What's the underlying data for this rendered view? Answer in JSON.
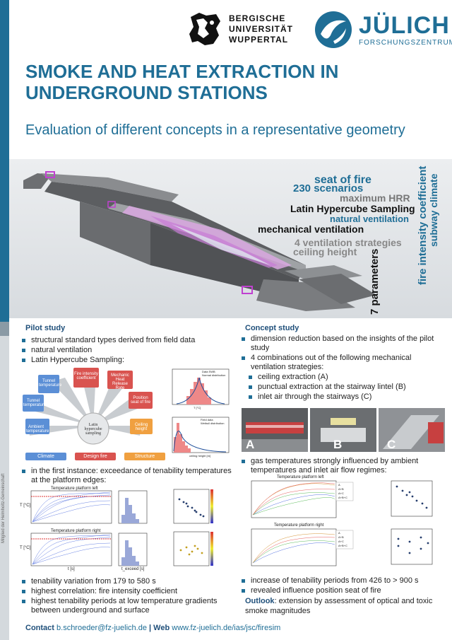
{
  "header": {
    "wuppertal_lines": [
      "BERGISCHE",
      "UNIVERSITÄT",
      "WUPPERTAL"
    ],
    "juelich_name": "JÜLICH",
    "juelich_sub": "FORSCHUNGSZENTRUM"
  },
  "title_line1": "SMOKE AND HEAT EXTRACTION IN",
  "title_line2": "UNDERGROUND STATIONS",
  "subtitle": "Evaluation of different concepts in a representative geometry",
  "keywords": {
    "k1": "seat of fire",
    "k2": "230 scenarios",
    "k3": "maximum HRR",
    "k4": "Latin Hypercube Sampling",
    "k5": "natural ventilation",
    "k6": "mechanical ventilation",
    "k7": "4 ventilation strategies",
    "k8": "ceiling height",
    "k9": "7 parameters",
    "k10": "fire intensity coefficient",
    "k11": "subway climate"
  },
  "pilot": {
    "heading": "Pilot study",
    "b1": "structural standard types derived from field data",
    "b2": "natural ventilation",
    "b3": "Latin Hypercube Sampling:",
    "b4": "in the first instance: exceedance of tenability temperatures at the platform edges:",
    "b5": "tenability variation from 179 to 580 s",
    "b6": "highest correlation: fire intensity coefficient",
    "b7": "highest tenability periods at low temperature gradients between underground and surface"
  },
  "lhs_diagram": {
    "center": "Latin hypercube sampling",
    "n1": "Ambient temperature",
    "n2": "Tunnel temperature",
    "n3": "Tunnel temperature",
    "n4": "Fire intensity coefficient",
    "n5": "Mechanic Heat Release Rate",
    "n6": "Position seat of fire",
    "n7": "Ceiling height",
    "c1": "Climate",
    "c2": "Design fire",
    "c3": "Structure"
  },
  "pilot_charts": {
    "top_title": "Temperature platform left",
    "bottom_title": "Temperature platform right",
    "ylabel": "T [°C]",
    "xlabel": "t [s]",
    "hist_xlabel": "t_exceed [s]",
    "hist1_legend1": "Data SWB",
    "hist1_legend2": "Normal distribution",
    "hist2_legend1": "Field data",
    "hist2_legend2": "Weibull distribution",
    "hist1_xlabel": "T [°C]",
    "hist2_xlabel": "ceiling height [m]"
  },
  "concept": {
    "heading": "Concept study",
    "b1": "dimension reduction based on the insights of the pilot study",
    "b2": "4 combinations out of the following mechanical ventilation strategies:",
    "s1": "ceiling extraction (A)",
    "s2": "punctual extraction at the stairway lintel (B)",
    "s3": "inlet air through the stairways (C)",
    "photo_a": "A",
    "photo_b": "B",
    "photo_c": "C",
    "b3": "gas temperatures strongly influenced by ambient temperatures and inlet air flow regimes:",
    "b4": "increase of tenability periods from 426 to > 900 s",
    "b5": "revealed influence position seat of fire",
    "chart_top_title": "Temperature platform left",
    "chart_bottom_title": "Temperature platform right",
    "legend": [
      "A",
      "A+B",
      "A+C",
      "A+B+C"
    ]
  },
  "outlook_label": "Outlook",
  "outlook_text": ": extension by assessment of optical and toxic smoke magnitudes",
  "contact_label": "Contact",
  "contact_email": "b.schroeder@fz-juelich.de",
  "web_label": "Web",
  "web_url": "www.fz-juelich.de/ias/jsc/firesim",
  "side_text": "Mitglied der Helmholtz-Gemeinschaft",
  "colors": {
    "brand": "#1f6e96",
    "navy": "#1f4f7a",
    "climate": "#5b8fd6",
    "design_fire": "#d9534f",
    "structure": "#f0a040"
  }
}
